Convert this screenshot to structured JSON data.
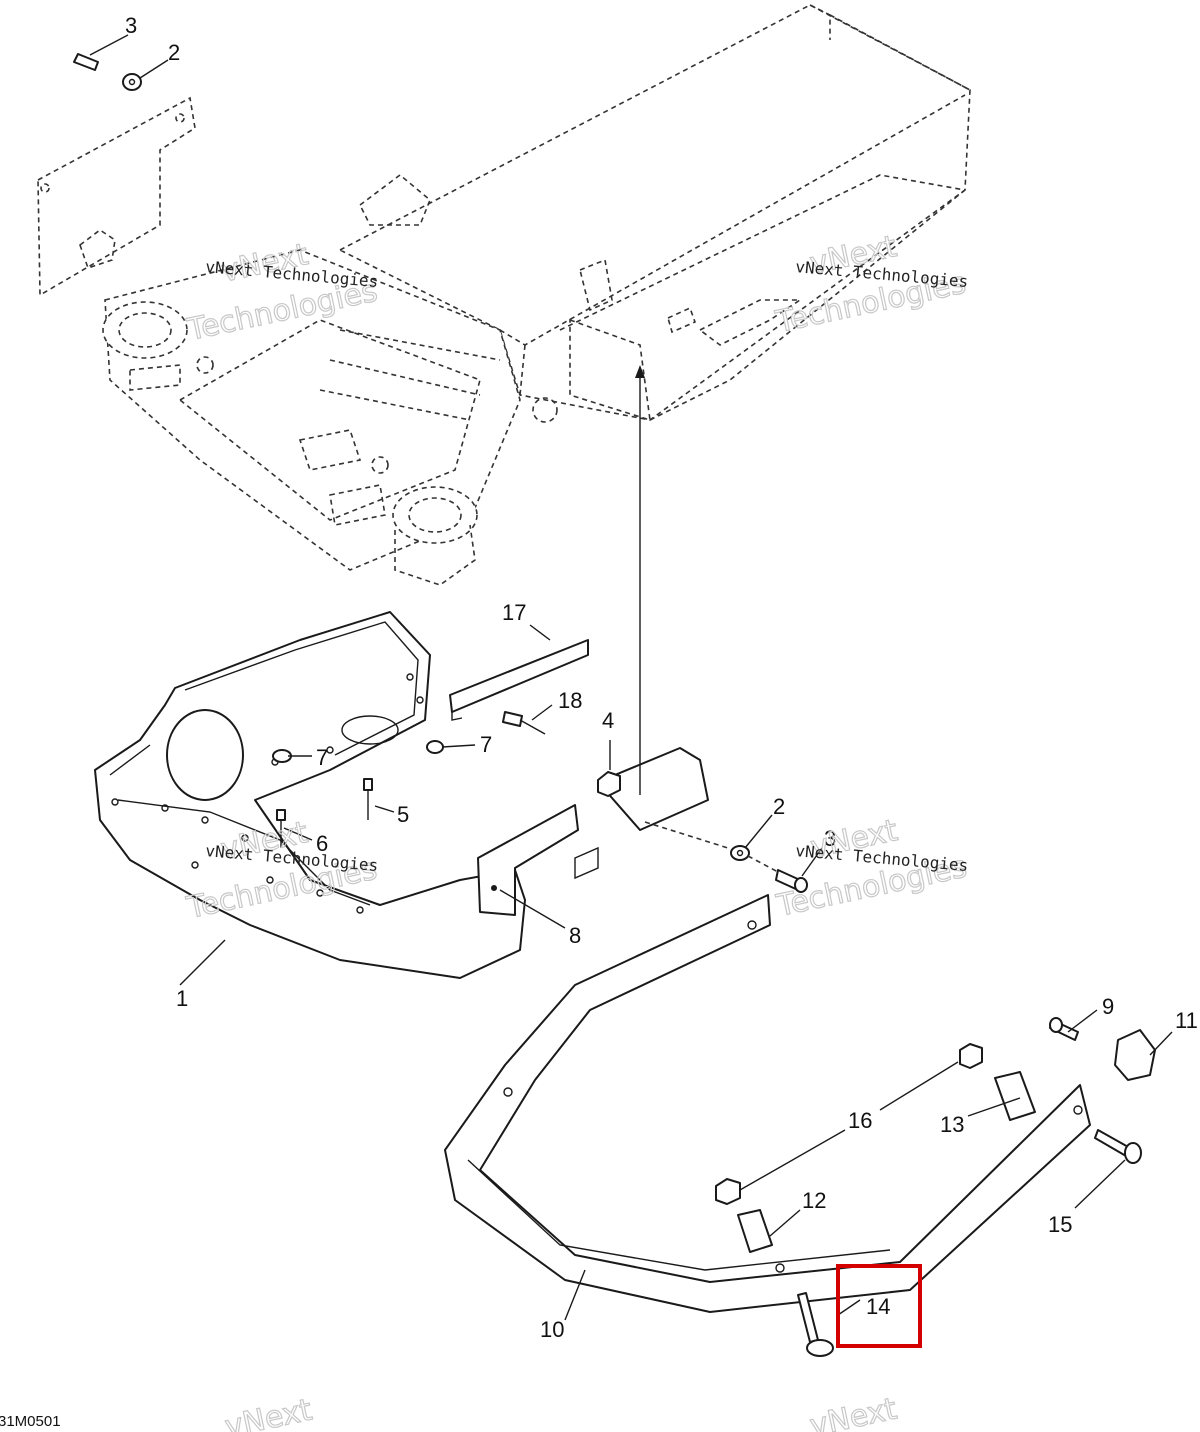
{
  "callouts": {
    "c1": "1",
    "c2a": "2",
    "c2b": "2",
    "c3a": "3",
    "c3b": "3",
    "c4": "4",
    "c5": "5",
    "c6": "6",
    "c7a": "7",
    "c7b": "7",
    "c8": "8",
    "c9": "9",
    "c10": "10",
    "c11": "11",
    "c12": "12",
    "c13": "13",
    "c14": "14",
    "c15": "15",
    "c16": "16",
    "c17": "17",
    "c18": "18"
  },
  "watermark": {
    "line1": "vNext Technologies",
    "line2a": "vNext",
    "line2b": "Technologies"
  },
  "diagram_code": "31M0501",
  "highlight": {
    "part": "14",
    "color": "#d40000"
  }
}
